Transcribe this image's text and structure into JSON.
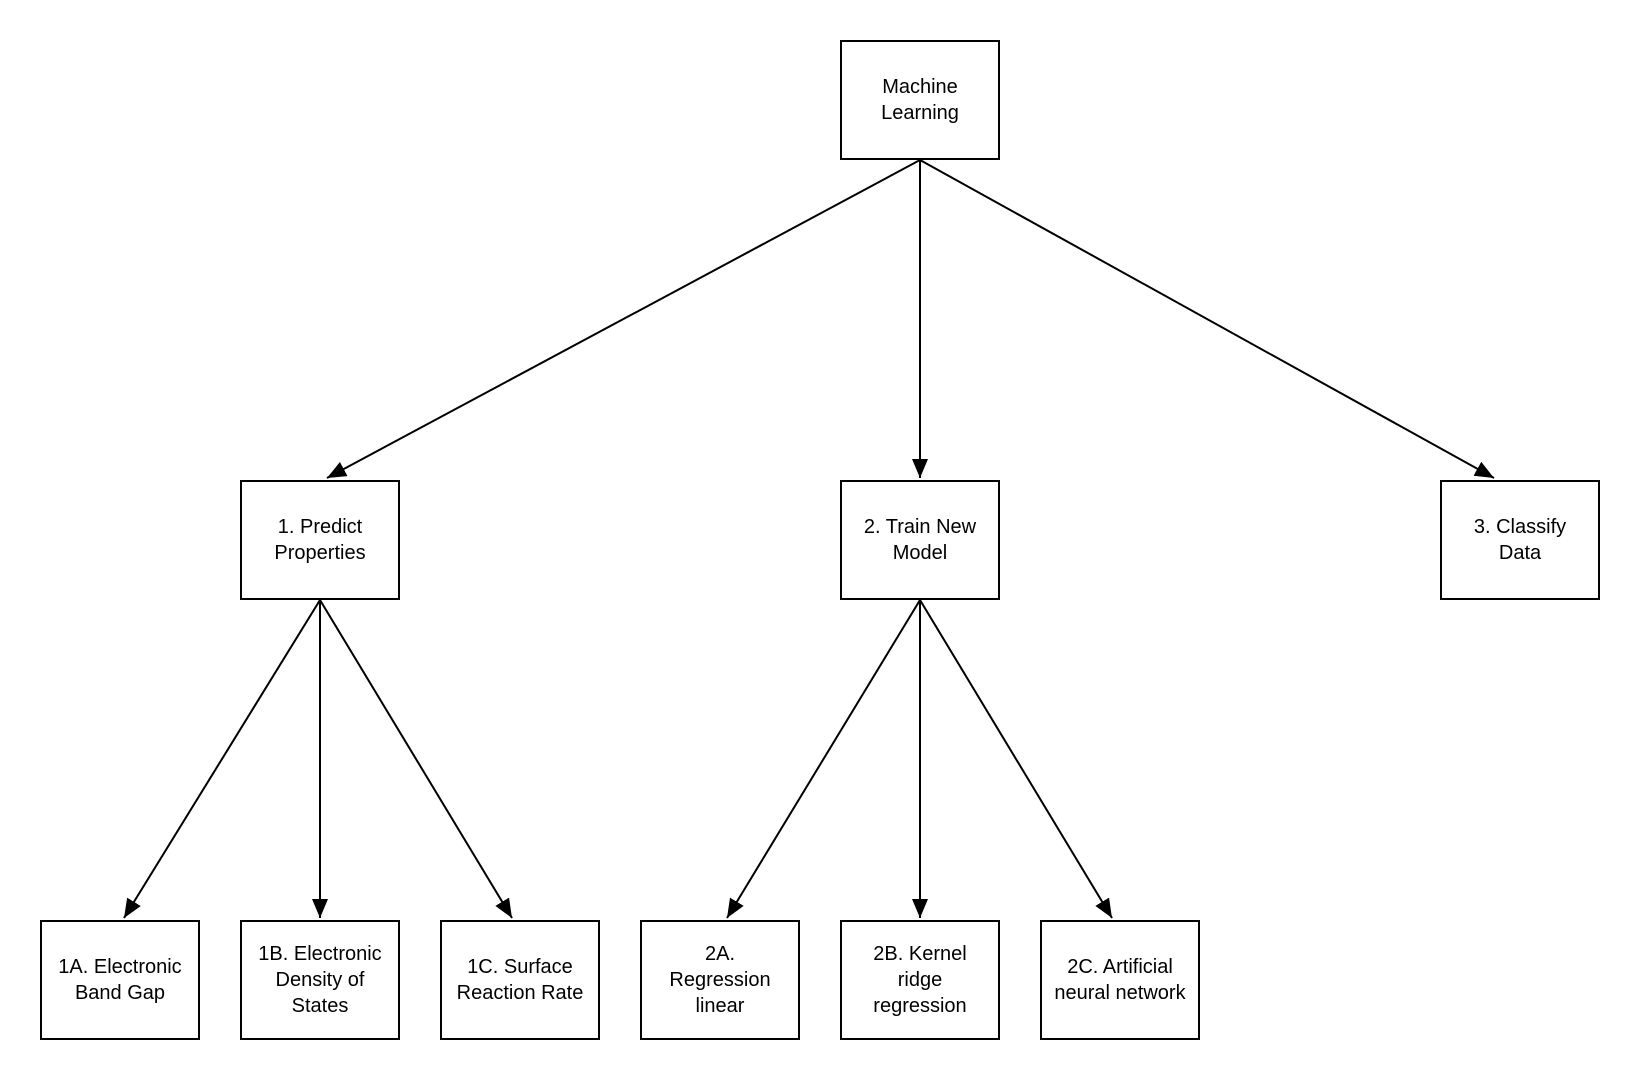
{
  "diagram": {
    "type": "tree-flowchart",
    "colors": {
      "background": "#ffffff",
      "line": "#000000",
      "text": "#000000",
      "node_fill": "#ffffff",
      "node_border": "#000000"
    },
    "nodes": {
      "root": {
        "label": "Machine Learning",
        "display_lines": [
          "Machine",
          "Learning"
        ]
      },
      "n1": {
        "label": "1. Predict Properties",
        "display_lines": [
          "1. Predict",
          "Properties"
        ]
      },
      "n2": {
        "label": "2. Train New Model",
        "display_lines": [
          "2. Train New",
          "Model"
        ]
      },
      "n3": {
        "label": "3. Classify Data",
        "display_lines": [
          "3. Classify",
          "Data"
        ]
      },
      "n1a": {
        "label": "1A. Electronic Band Gap",
        "display_lines": [
          "1A. Electronic",
          "Band Gap"
        ]
      },
      "n1b": {
        "label": "1B. Electronic Density of States",
        "display_lines": [
          "1B. Electronic",
          "Density of",
          "States"
        ]
      },
      "n1c": {
        "label": "1C. Surface Reaction Rate",
        "display_lines": [
          "1C. Surface",
          "Reaction Rate"
        ]
      },
      "n2a": {
        "label": "2A. Regression linear",
        "display_lines": [
          "2A.",
          "Regression",
          "linear"
        ]
      },
      "n2b": {
        "label": "2B. Kernel ridge regression",
        "display_lines": [
          "2B. Kernel",
          "ridge",
          "regression"
        ]
      },
      "n2c": {
        "label": "2C. Artificial neural network",
        "display_lines": [
          "2C. Artificial",
          "neural network"
        ]
      }
    },
    "edges": [
      {
        "from": "root",
        "to": "n1"
      },
      {
        "from": "root",
        "to": "n2"
      },
      {
        "from": "root",
        "to": "n3"
      },
      {
        "from": "n1",
        "to": "n1a"
      },
      {
        "from": "n1",
        "to": "n1b"
      },
      {
        "from": "n1",
        "to": "n1c"
      },
      {
        "from": "n2",
        "to": "n2a"
      },
      {
        "from": "n2",
        "to": "n2b"
      },
      {
        "from": "n2",
        "to": "n2c"
      }
    ]
  }
}
